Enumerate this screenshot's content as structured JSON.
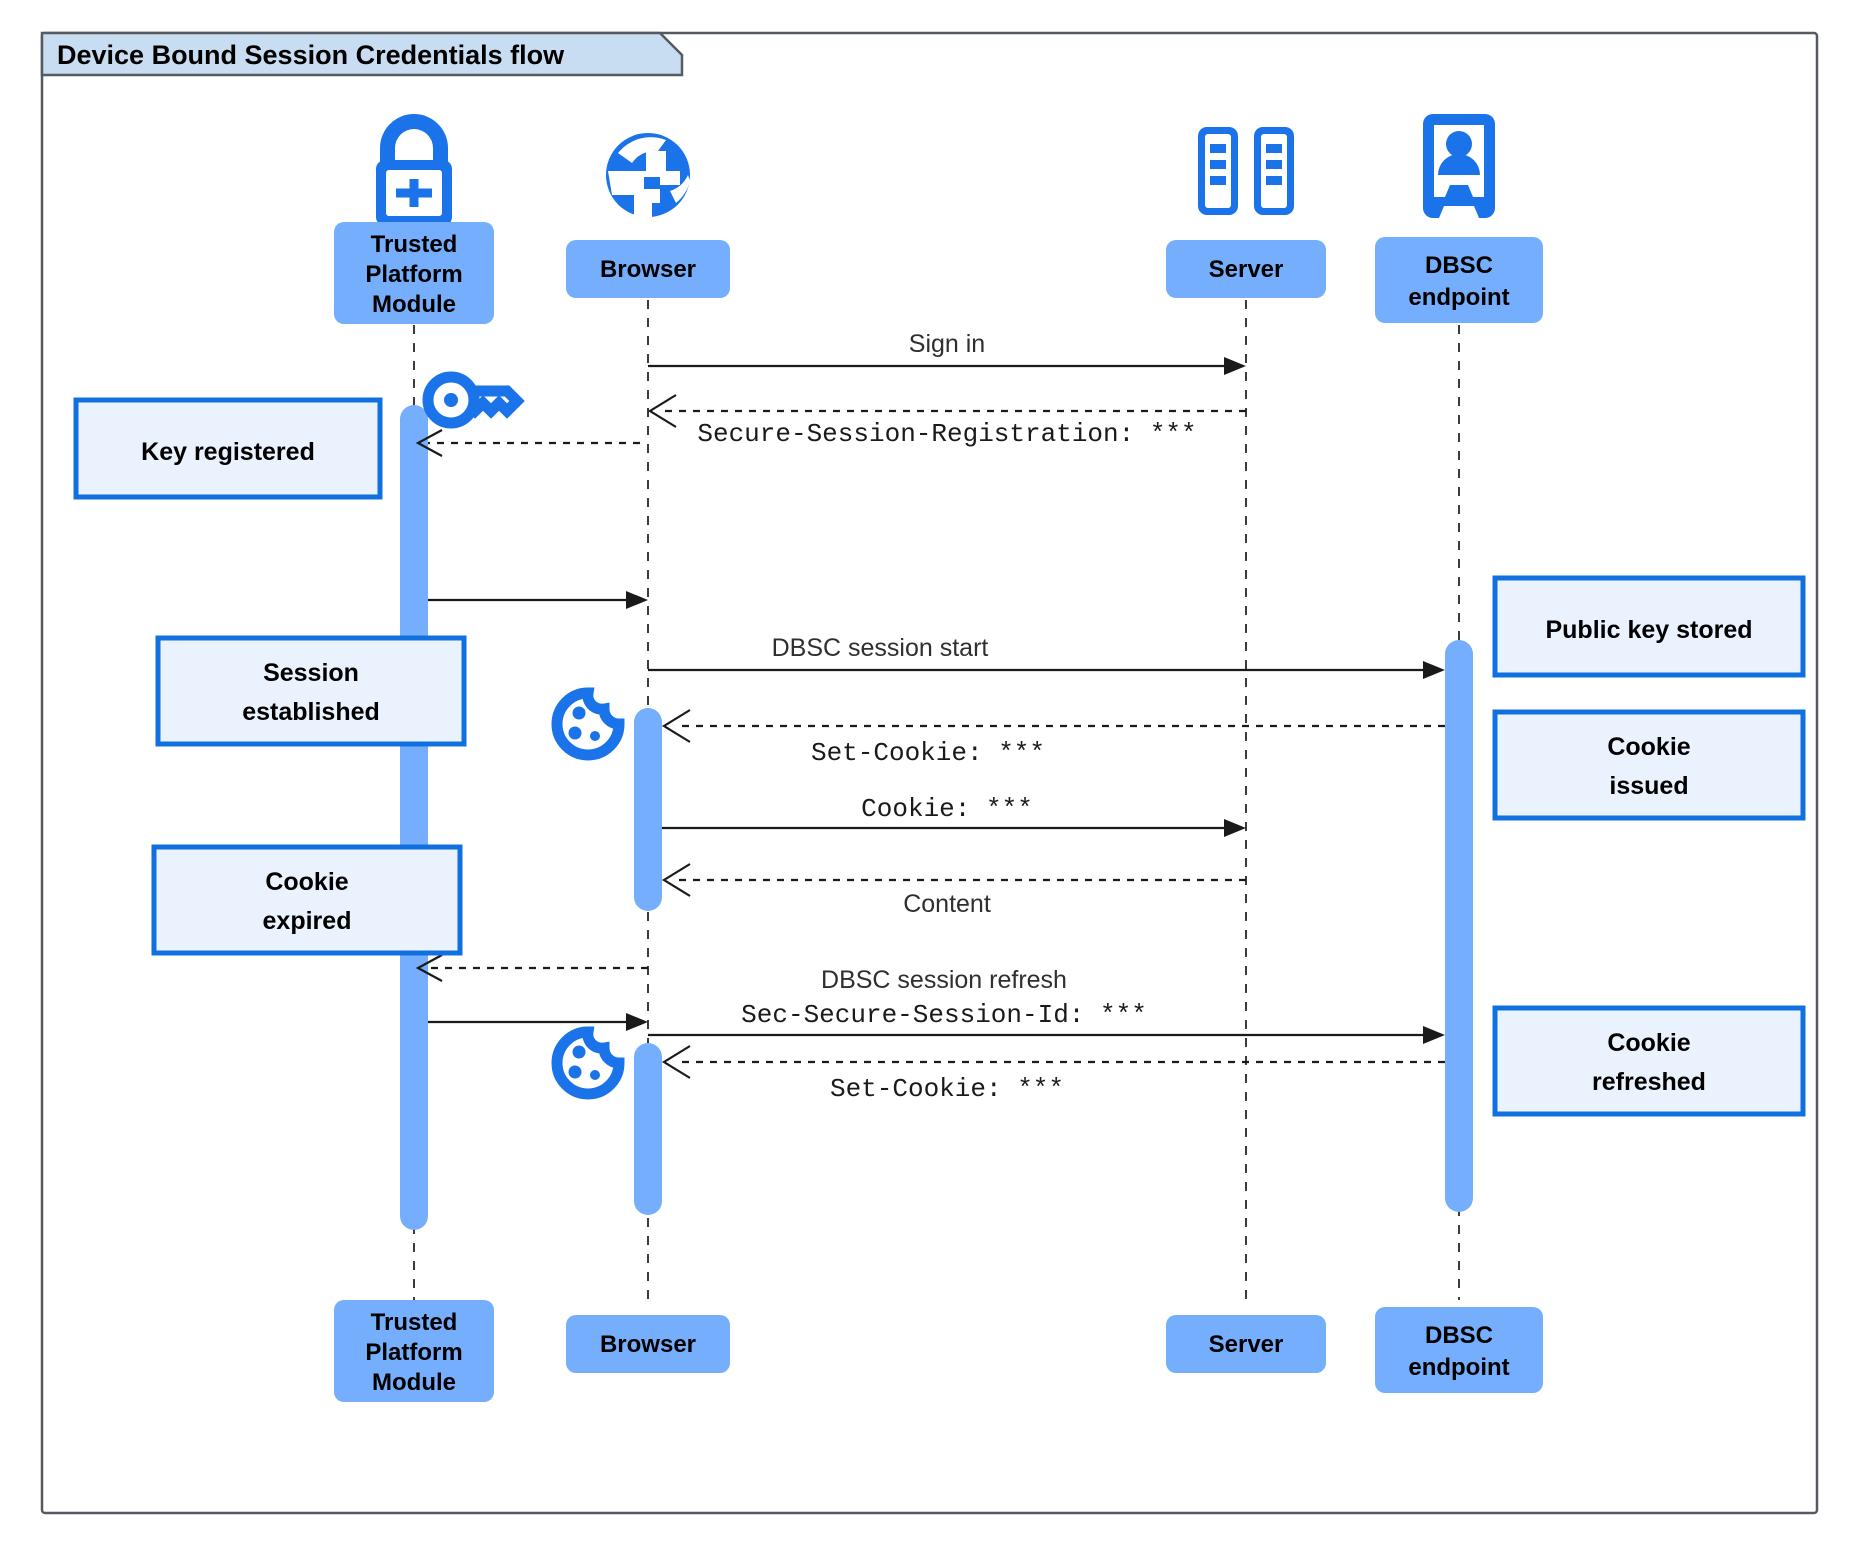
{
  "frame": {
    "title": "Device Bound Session Credentials flow",
    "tab_fill": "#c9ddf2",
    "border_color": "#555a60"
  },
  "colors": {
    "participant_fill": "#74aefc",
    "activation_fill": "#74aefc",
    "note_fill": "#eaf2fe",
    "note_border": "#1070e0",
    "icon_blue": "#1a73e8",
    "line": "#1a1a1a"
  },
  "participants": [
    {
      "id": "tpm",
      "label": "Trusted Platform Module",
      "label_lines": [
        "Trusted",
        "Platform",
        "Module"
      ],
      "icon": "padlock-plus-icon"
    },
    {
      "id": "browser",
      "label": "Browser",
      "label_lines": [
        "Browser"
      ],
      "icon": "globe-icon"
    },
    {
      "id": "server",
      "label": "Server",
      "label_lines": [
        "Server"
      ],
      "icon": "server-rack-icon"
    },
    {
      "id": "dbsc",
      "label": "DBSC endpoint",
      "label_lines": [
        "DBSC",
        "endpoint"
      ],
      "icon": "id-badge-icon"
    }
  ],
  "messages": [
    {
      "id": "sign-in",
      "text_lines": [
        "Sign in"
      ],
      "styles": [
        "sans"
      ],
      "from": "browser",
      "to": "server",
      "line": "solid",
      "arrow": "filled"
    },
    {
      "id": "secure-session-registration",
      "text_lines": [
        "Secure-Session-Registration: ***"
      ],
      "styles": [
        "mono"
      ],
      "from": "server",
      "to": "browser",
      "line": "dashed",
      "arrow": "open"
    },
    {
      "id": "registration-to-tpm",
      "text_lines": [],
      "styles": [],
      "from": "browser",
      "to": "tpm",
      "line": "dashed",
      "arrow": "open"
    },
    {
      "id": "tpm-key-to-browser",
      "text_lines": [],
      "styles": [],
      "from": "tpm",
      "to": "browser",
      "line": "solid",
      "arrow": "filled"
    },
    {
      "id": "dbsc-session-start",
      "text_lines": [
        "DBSC session start"
      ],
      "styles": [
        "sans"
      ],
      "from": "browser",
      "to": "dbsc",
      "line": "solid",
      "arrow": "filled"
    },
    {
      "id": "set-cookie-1",
      "text_lines": [
        "Set-Cookie: ***"
      ],
      "styles": [
        "mono"
      ],
      "from": "dbsc",
      "to": "browser",
      "line": "dashed",
      "arrow": "open"
    },
    {
      "id": "cookie-request",
      "text_lines": [
        "Cookie: ***"
      ],
      "styles": [
        "mono"
      ],
      "from": "browser",
      "to": "server",
      "line": "solid",
      "arrow": "filled"
    },
    {
      "id": "content",
      "text_lines": [
        "Content"
      ],
      "styles": [
        "sans"
      ],
      "from": "server",
      "to": "browser",
      "line": "dashed",
      "arrow": "open"
    },
    {
      "id": "cookie-expired-to-tpm",
      "text_lines": [],
      "styles": [],
      "from": "browser",
      "to": "tpm",
      "line": "dashed",
      "arrow": "open"
    },
    {
      "id": "tpm-proof-to-browser",
      "text_lines": [],
      "styles": [],
      "from": "tpm",
      "to": "browser",
      "line": "solid",
      "arrow": "filled"
    },
    {
      "id": "dbsc-session-refresh",
      "text_lines": [
        "DBSC session refresh",
        "Sec-Secure-Session-Id: ***"
      ],
      "styles": [
        "sans",
        "mono"
      ],
      "from": "browser",
      "to": "dbsc",
      "line": "solid",
      "arrow": "filled"
    },
    {
      "id": "set-cookie-2",
      "text_lines": [
        "Set-Cookie: ***"
      ],
      "styles": [
        "mono"
      ],
      "from": "dbsc",
      "to": "browser",
      "line": "dashed",
      "arrow": "open"
    }
  ],
  "notes": [
    {
      "id": "key-registered",
      "lines": [
        "Key registered"
      ],
      "side": "left",
      "anchor": "tpm"
    },
    {
      "id": "session-established",
      "lines": [
        "Session",
        "established"
      ],
      "side": "left",
      "anchor": "tpm"
    },
    {
      "id": "cookie-expired",
      "lines": [
        "Cookie",
        "expired"
      ],
      "side": "left",
      "anchor": "tpm"
    },
    {
      "id": "public-key-stored",
      "lines": [
        "Public key stored"
      ],
      "side": "right",
      "anchor": "dbsc"
    },
    {
      "id": "cookie-issued",
      "lines": [
        "Cookie",
        "issued"
      ],
      "side": "right",
      "anchor": "dbsc"
    },
    {
      "id": "cookie-refreshed",
      "lines": [
        "Cookie",
        "refreshed"
      ],
      "side": "right",
      "anchor": "dbsc"
    }
  ],
  "inline_icons": [
    {
      "id": "key-icon",
      "name": "key-icon",
      "near": "tpm"
    },
    {
      "id": "cookie-icon-1",
      "name": "cookie-icon",
      "near": "browser"
    },
    {
      "id": "cookie-icon-2",
      "name": "cookie-icon",
      "near": "browser"
    }
  ]
}
